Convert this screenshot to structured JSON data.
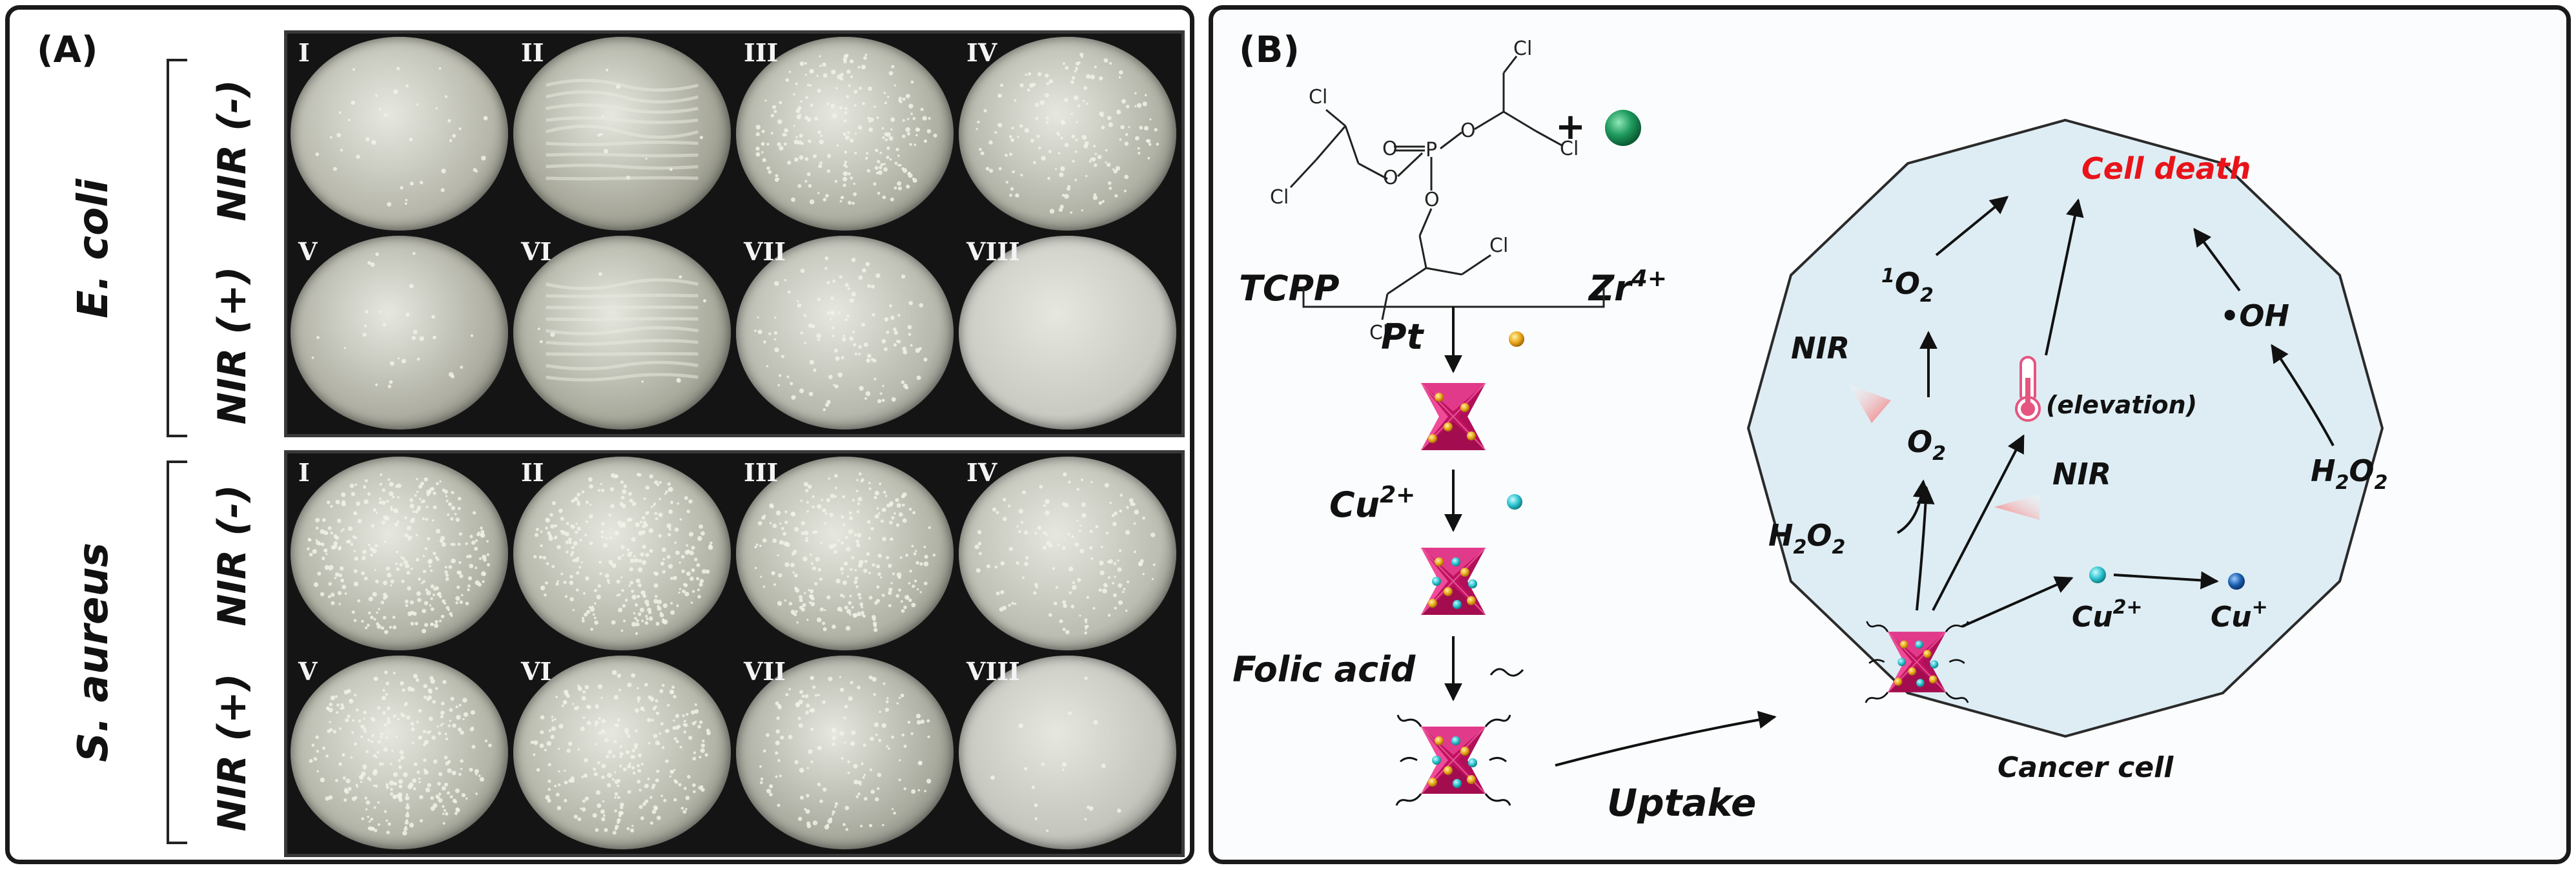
{
  "panel_a": {
    "label": "(A)",
    "groups": [
      {
        "name": "E. coli",
        "rows": [
          "NIR (-)",
          "NIR (+)"
        ]
      },
      {
        "name": "S. aureus",
        "rows": [
          "NIR (-)",
          "NIR (+)"
        ]
      }
    ],
    "top_numerals": [
      "I",
      "II",
      "III",
      "IV"
    ],
    "bottom_numerals": [
      "V",
      "VI",
      "VII",
      "VIII"
    ]
  },
  "panel_b": {
    "label": "(B)",
    "reagents": {
      "tcpp": "TCPP",
      "plus": "+",
      "zr": "Zr",
      "zr_sup": "4+",
      "cl": "Cl",
      "o": "O",
      "p": "P",
      "pt": "Pt",
      "cu": "Cu",
      "cu_sup": "2+",
      "folic": "Folic acid",
      "uptake": "Uptake"
    },
    "cell": {
      "title": "Cell death",
      "singlet_sup": "1",
      "o": "O",
      "sub2": "2",
      "oh": "•OH",
      "nir": "NIR",
      "elevation": "(elevation)",
      "h": "H",
      "cu": "Cu",
      "cu2_sup": "2+",
      "cu1_sup": "+",
      "cancer_cell": "Cancer cell"
    },
    "colors": {
      "cell_death": "#e8141a",
      "zr_sphere": "#1f9b5e",
      "pt_dot": "#e9a71a",
      "cu_dot": "#2cc3cf",
      "cu1_dot": "#1a5fb0",
      "mof": "#d4136e",
      "cell_fill": "#deedf4",
      "nir_arrow": "#f08a8a"
    }
  }
}
